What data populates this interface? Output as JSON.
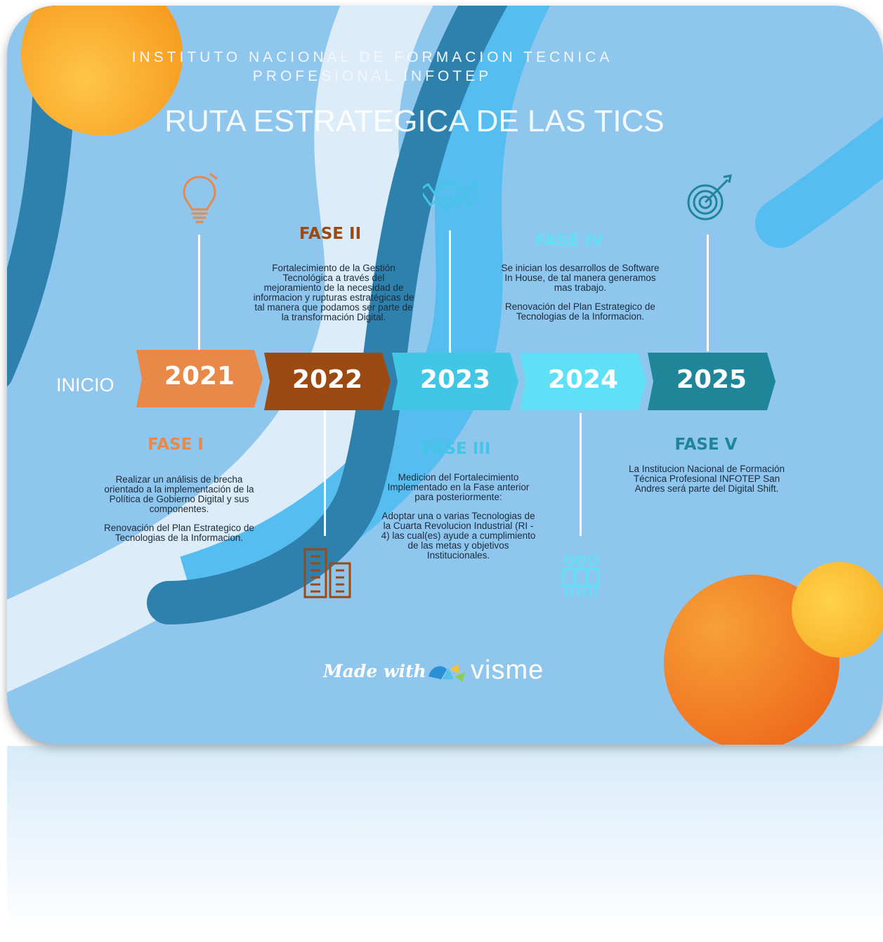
{
  "header": {
    "organization": "INSTITUTO NACIONAL DE FORMACION TECNICA PROFESIONAL INFOTEP",
    "title": "RUTA ESTRATEGICA DE LAS TICS"
  },
  "start_label": "INICIO",
  "timeline": [
    {
      "year": "2021",
      "color": "#e8894a"
    },
    {
      "year": "2022",
      "color": "#9a4a12"
    },
    {
      "year": "2023",
      "color": "#41c6e6"
    },
    {
      "year": "2024",
      "color": "#5fe0f6"
    },
    {
      "year": "2025",
      "color": "#1f8599"
    }
  ],
  "phases": [
    {
      "title": "FASE I",
      "color": "#e8894a",
      "icon": "lightbulb-icon",
      "paragraphs": [
        "Realizar un análisis de brecha orientado a la implementación de la Política de Gobierno Digital y sus componentes.",
        "Renovación del Plan Estrategico de Tecnologias de la Informacion."
      ]
    },
    {
      "title": "FASE II",
      "color": "#9a4a12",
      "icon": "buildings-icon",
      "paragraphs": [
        "Fortalecimiento de la Gestión Tecnológica a través del mejoramiento de la necesidad de informacion y rupturas estratégicas de tal manera que podamos ser parte de la transformación Digital."
      ]
    },
    {
      "title": "FASE III",
      "color": "#41c6e6",
      "icon": "handshake-icon",
      "paragraphs": [
        "Medicion del Fortalecimiento Implementado en la Fase anterior para posteriormente:",
        "Adoptar una o varias Tecnologias de la Cuarta Revolucion Industrial (RI - 4) las cual(es) ayude a cumplimiento de las metas y objetivos Institucionales."
      ]
    },
    {
      "title": "FASE IV",
      "color": "#5fe0f6",
      "icon": "team-icon",
      "paragraphs": [
        "Se inician los desarrollos de Software In House, de tal manera generamos mas trabajo.",
        "Renovación del Plan Estrategico de Tecnologias de la Informacion."
      ]
    },
    {
      "title": "FASE V",
      "color": "#1f8599",
      "icon": "target-icon",
      "paragraphs": [
        "La Institucion Nacional de Formación Técnica Profesional INFOTEP San Andres será parte del Digital Shift."
      ]
    }
  ],
  "credit": {
    "prefix": "Made with",
    "brand": "visme"
  },
  "colors": {
    "background": "#8ec6ee",
    "wave_dark": "#2e80ad",
    "wave_light": "#dcecf8",
    "wave_sky": "#55bdf0",
    "sphere_orange": "#f39a2a"
  }
}
